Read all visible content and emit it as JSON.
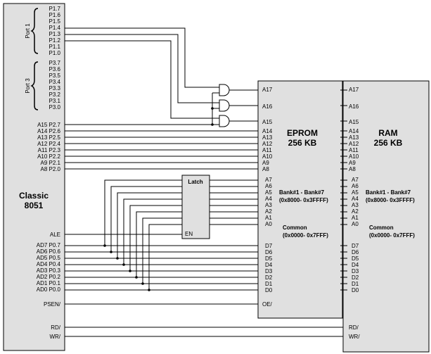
{
  "mcu": {
    "title_line1": "Classic",
    "title_line2": "8051",
    "port1_label": "Port 1",
    "port3_label": "Port 3",
    "p1_pins": [
      "P1.7",
      "P1.6",
      "P1.5",
      "P1.4",
      "P1.3",
      "P1.2",
      "P1.1",
      "P1.0"
    ],
    "p3_pins": [
      "P3.7",
      "P3.6",
      "P3.5",
      "P3.4",
      "P3.3",
      "P3.2",
      "P3.1",
      "P3.0"
    ],
    "p2_pins": [
      "A15 P2.7",
      "A14 P2.6",
      "A13 P2.5",
      "A12 P2.4",
      "A11 P2.3",
      "A10 P2.2",
      "A9 P2.1",
      "A8 P2.0"
    ],
    "ale_label": "ALE",
    "p0_pins": [
      "AD7 P0.7",
      "AD6 P0.6",
      "AD5 P0.5",
      "AD4 P0.4",
      "AD3 P0.3",
      "AD2 P0.2",
      "AD1 P0.1",
      "AD0 P0.0"
    ],
    "psen_label": "PSEN/",
    "rd_label": "RD/",
    "wr_label": "WR/"
  },
  "latch": {
    "title": "Latch",
    "en_label": "EN"
  },
  "eprom": {
    "title_line1": "EPROM",
    "title_line2": "256 KB",
    "high_pins": [
      "A17",
      "A16",
      "A15"
    ],
    "addr_pins": [
      "A14",
      "A13",
      "A12",
      "A11",
      "A10",
      "A9",
      "A8",
      "A7",
      "A6",
      "A5",
      "A4",
      "A3",
      "A2",
      "A1",
      "A0"
    ],
    "data_pins": [
      "D7",
      "D6",
      "D5",
      "D4",
      "D3",
      "D2",
      "D1",
      "D0"
    ],
    "oe_label": "OE/",
    "bank_line1": "Bank#1 - Bank#7",
    "bank_line2": "(0x8000- 0x3FFFF)",
    "common_line1": "Common",
    "common_line2": "(0x0000- 0x7FFF)"
  },
  "ram": {
    "title_line1": "RAM",
    "title_line2": "256 KB",
    "high_pins": [
      "A17",
      "A16",
      "A15"
    ],
    "addr_pins": [
      "A14",
      "A13",
      "A12",
      "A11",
      "A10",
      "A9",
      "A8",
      "A7",
      "A6",
      "A5",
      "A4",
      "A3",
      "A2",
      "A1",
      "A0"
    ],
    "data_pins": [
      "D7",
      "D6",
      "D5",
      "D4",
      "D3",
      "D2",
      "D1",
      "D0"
    ],
    "rd_label": "RD/",
    "wr_label": "WR/",
    "bank_line1": "Bank#1 - Bank#7",
    "bank_line2": "(0x8000- 0x3FFFF)",
    "common_line1": "Common",
    "common_line2": "(0x0000- 0x7FFF)"
  }
}
